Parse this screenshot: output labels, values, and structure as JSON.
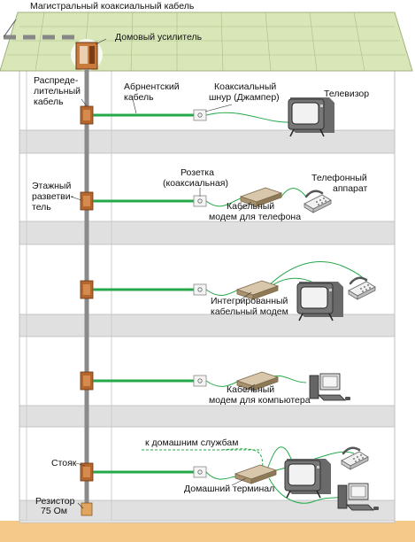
{
  "colors": {
    "roof": "#d8e6b8",
    "wall": "#ffffff",
    "floor": "#e0e0e0",
    "ground": "#f5c98a",
    "green_cable": "#25a84a",
    "riser": "#8a8a8a",
    "splitter": "#b5662e"
  },
  "labels": {
    "main_coax": "Магистральный коаксиальный кабель",
    "house_amp": "Домовый усилитель",
    "dist_cable_1": "Распреде-",
    "dist_cable_2": "лительный",
    "dist_cable_3": "кабель",
    "subscriber_cable_1": "Абрнентский",
    "subscriber_cable_2": "кабель",
    "jumper_1": "Коаксиальный",
    "jumper_2": "шнур (Джампер)",
    "tv": "Телевизор",
    "floor_splitter_1": "Этажный",
    "floor_splitter_2": "разветви-",
    "floor_splitter_3": "тель",
    "outlet_1": "Розетка",
    "outlet_2": "(коаксиальная)",
    "phone_1": "Телефонный",
    "phone_2": "аппарат",
    "phone_modem_1": "Кабельный",
    "phone_modem_2": "модем для телефона",
    "integrated_modem_1": "Интегрированный",
    "integrated_modem_2": "кабельный модем",
    "pc_modem_1": "Кабельный",
    "pc_modem_2": "модем для компьютера",
    "home_services": "к домашним службам",
    "riser": "Стояк",
    "home_terminal": "Домашний терминал",
    "resistor_1": "Резистор",
    "resistor_2": "75 Ом"
  }
}
